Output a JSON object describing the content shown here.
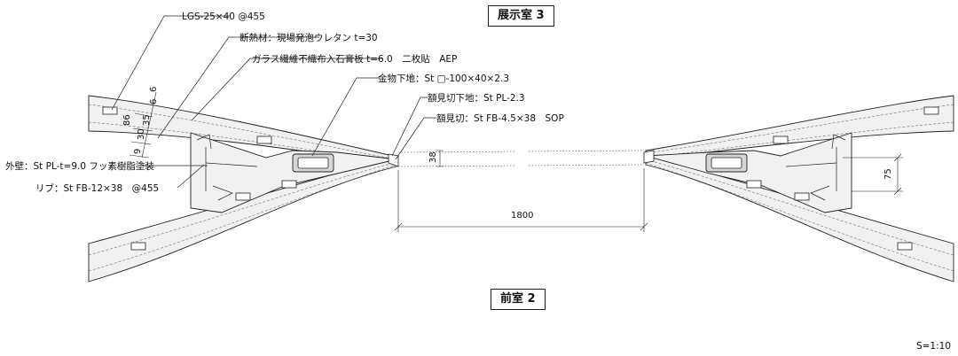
{
  "rooms": {
    "top": "展示室 3",
    "bottom": "前室 2"
  },
  "scale": "S=1:10",
  "labels": {
    "lgs": "LGS-25×40 @455",
    "insulation": "断熱材：現場発泡ウレタン t=30",
    "board": "ガラス繊維不織布入石膏板 t=6.0　二枚貼　AEP",
    "hardware_base": "金物下地：St □-100×40×2.3",
    "trim_base": "額見切下地：St PL-2.3",
    "trim": "額見切：St FB-4.5×38　SOP",
    "exterior": "外壁：St PL-t=9.0 フッ素樹脂塗装",
    "rib": "リブ：St FB-12×38　@455"
  },
  "dimensions": {
    "d6a": "6",
    "d6b": "6",
    "d86": "86",
    "d35": "35",
    "d30": "30",
    "d9": "9",
    "d38": "38",
    "d1800": "1800",
    "d75": "75"
  }
}
